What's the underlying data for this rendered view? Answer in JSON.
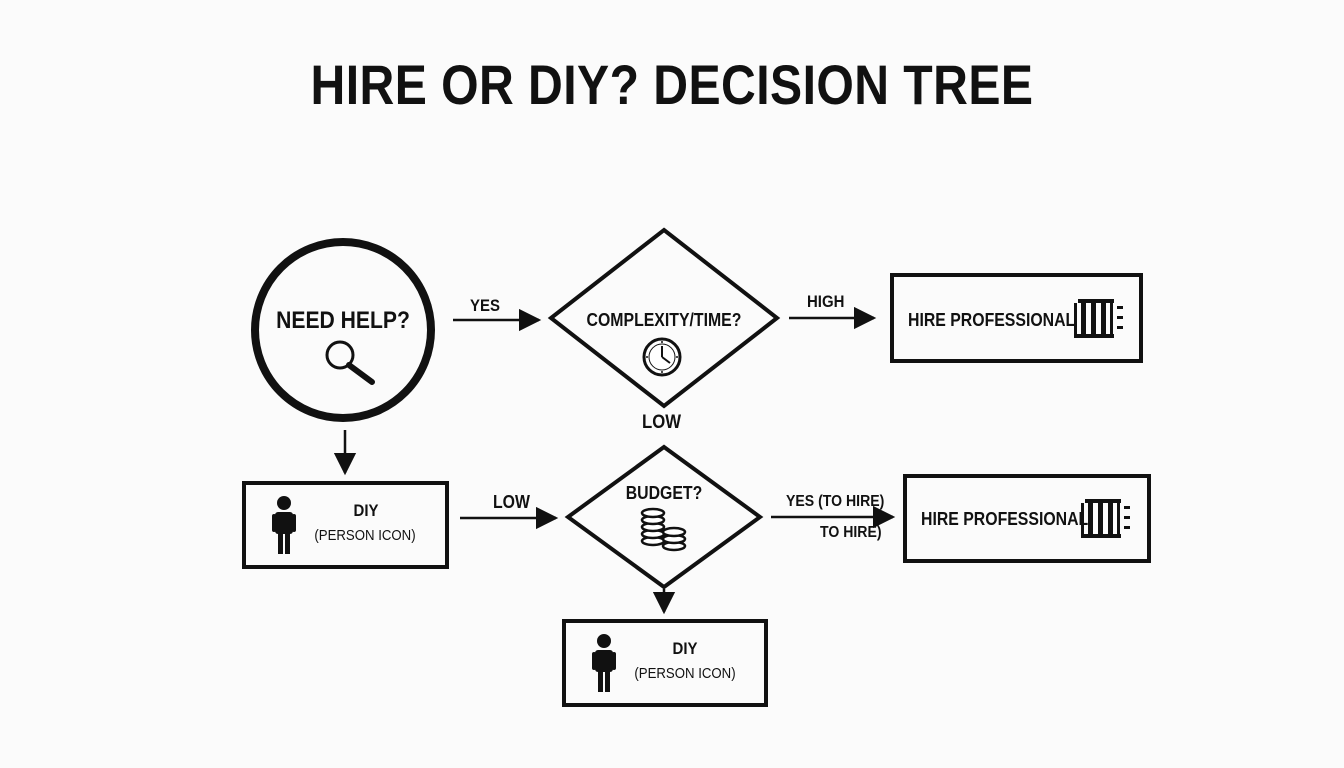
{
  "title": "HIRE OR DIY? DECISION TREE",
  "nodes": {
    "start": {
      "label": "NEED HELP?",
      "icon": "magnifier-icon"
    },
    "complexity": {
      "label": "COMPLEXITY/TIME?",
      "icon": "clock-icon"
    },
    "hire_top": {
      "label": "HIRE PROFESSIONAL",
      "icon": "building-icon"
    },
    "diy_left": {
      "label": "DIY",
      "sublabel": "(PERSON ICON)",
      "icon": "person-icon"
    },
    "budget": {
      "label": "BUDGET?",
      "icon": "coins-icon"
    },
    "hire_bottom": {
      "label": "HIRE PROFESSIONAL",
      "icon": "building-icon"
    },
    "diy_bottom": {
      "label": "DIY",
      "sublabel": "(PERSON ICON)",
      "icon": "person-icon"
    }
  },
  "edges": {
    "yes": "YES",
    "high": "HIGH",
    "low_complexity": "LOW",
    "low_budget": "LOW",
    "yes_to_hire_line1": "YES (TO HIRE)",
    "yes_to_hire_line2": "TO HIRE)"
  },
  "colors": {
    "stroke": "#111111",
    "background": "#fbfbfb"
  }
}
